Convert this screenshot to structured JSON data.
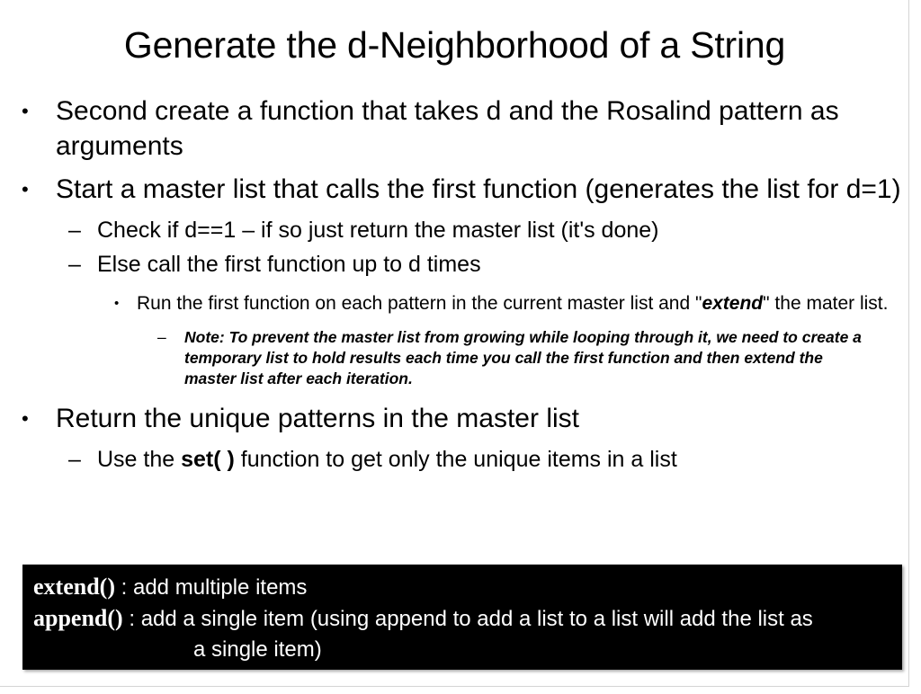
{
  "slide": {
    "title": "Generate the d-Neighborhood of a String",
    "bullets": [
      {
        "level": 1,
        "marker": "•",
        "text": "Second create a function that takes d and the Rosalind pattern as arguments"
      },
      {
        "level": 1,
        "marker": "•",
        "text": "Start a master list that calls the first function (generates the list for d=1)"
      },
      {
        "level": 2,
        "marker": "–",
        "text": "Check if d==1 – if so just return the master list (it's done)"
      },
      {
        "level": 2,
        "marker": "–",
        "text": "Else call the first function up to d times"
      },
      {
        "level": 3,
        "marker": "•",
        "text_before": "Run the first function on each pattern in the current master list and \"",
        "emphasis": "extend",
        "text_after": "\" the mater list."
      },
      {
        "level": 4,
        "marker": "–",
        "text": "Note: To prevent the master list from growing while looping through it, we need to create a temporary list to hold results each time you call the first function and then extend the master list after each iteration."
      },
      {
        "level": 1,
        "marker": "•",
        "text": "Return the unique patterns in the master list"
      },
      {
        "level": 2,
        "marker": "–",
        "text_before": "Use the ",
        "emphasis": "set( )",
        "text_after": " function to get only the unique items in a list"
      }
    ]
  },
  "callout": {
    "background": "#000000",
    "text_color": "#ffffff",
    "line1_code": "extend()",
    "line1_rest": " : add multiple items",
    "line2_code": "append()",
    "line2_rest": " : add a single item (using append to add a list to a list will add the list as",
    "line3": "a single item)"
  }
}
